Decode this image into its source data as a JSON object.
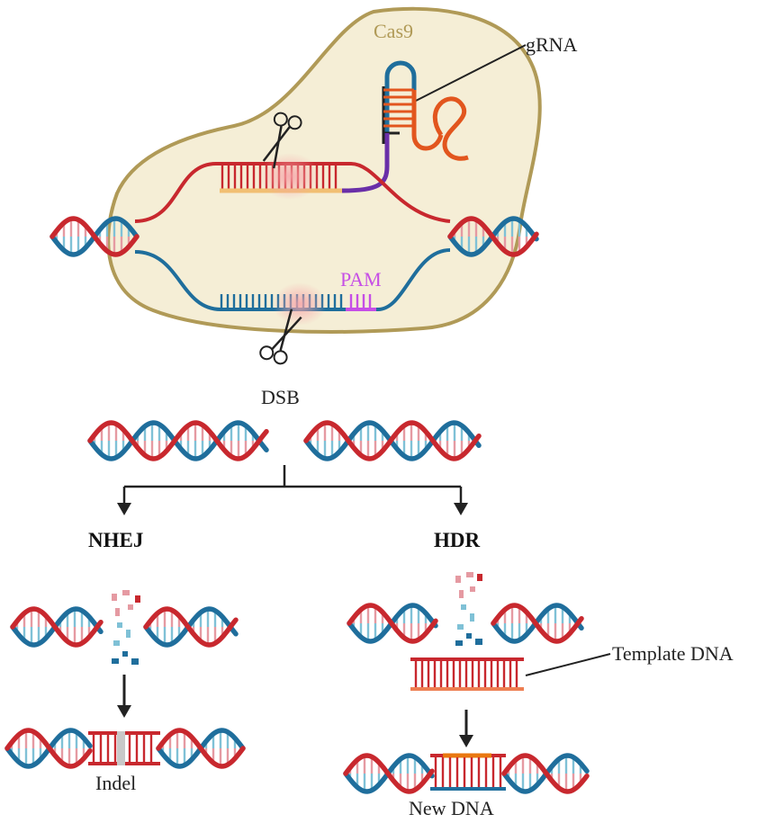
{
  "labels": {
    "cas9": "Cas9",
    "grna": "gRNA",
    "pam": "PAM",
    "dsb": "DSB",
    "nhej": "NHEJ",
    "hdr": "HDR",
    "template": "Template DNA",
    "indel": "Indel",
    "new_dna": "New DNA"
  },
  "colors": {
    "dna_red": "#c8282e",
    "dna_blue": "#1f6e9c",
    "rung_light_red": "#e59aa2",
    "rung_light_blue": "#7fc1d6",
    "cas9_fill": "#f5eed6",
    "cas9_border": "#b09a57",
    "cas9_text": "#b09a57",
    "grna_orange": "#e2561e",
    "grna_yellow": "#f1bf73",
    "linker_purple": "#6a2fa8",
    "pam_magenta": "#c64fe6",
    "template_orange": "#ee7f52",
    "newdna_orange": "#e9770f",
    "indel_gray": "#c8c8c8",
    "arrow": "#222222"
  },
  "icons": [
    "scissors-icon",
    "scissors-icon"
  ]
}
